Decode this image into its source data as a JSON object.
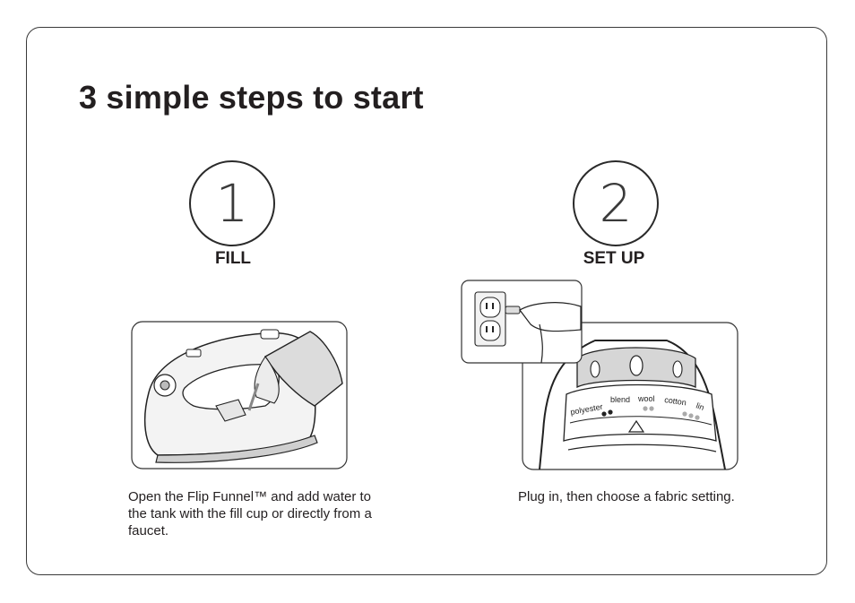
{
  "title": "3 simple steps to start",
  "steps": [
    {
      "number": "1",
      "label": "FILL",
      "description": "Open the Flip Funnel™ and add water to the tank with the fill cup or directly from a faucet.",
      "illustration": "iron-fill-illustration"
    },
    {
      "number": "2",
      "label": "SET UP",
      "description": "Plug in, then choose a fabric setting.",
      "illustration": "plug-and-dial-illustration",
      "dial_labels": [
        "polyester",
        "blend",
        "wool",
        "cotton",
        "lin"
      ]
    }
  ]
}
